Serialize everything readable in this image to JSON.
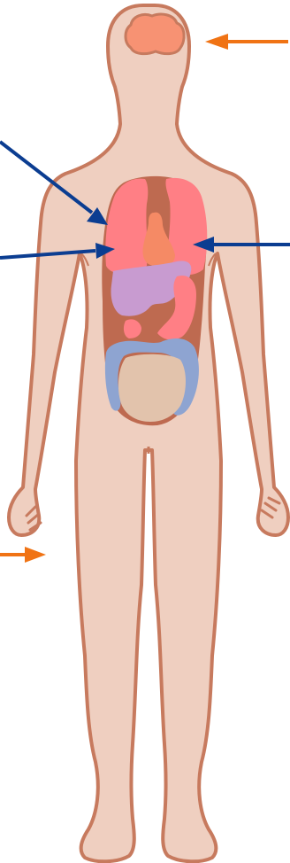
{
  "diagram": {
    "subject": "human-body-organs",
    "colors": {
      "skin": "#EFCFC0",
      "outline": "#C77A5E",
      "brain": "#F79273",
      "lungs": "#FF7F85",
      "heart": "#F58A65",
      "stomach": "#C89BD0",
      "intestine_blue": "#8EA4D1",
      "bladder_center": "#E2C3AC",
      "orange_arrow": "#F07314",
      "blue_arrow": "#0B3D91"
    },
    "arrows": [
      {
        "id": "brain-arrow",
        "color": "orange"
      },
      {
        "id": "heart-arrow",
        "color": "blue"
      },
      {
        "id": "lungs-arrow",
        "color": "blue"
      },
      {
        "id": "stomach-arrow",
        "color": "blue"
      },
      {
        "id": "skin-arrow",
        "color": "orange"
      }
    ]
  }
}
